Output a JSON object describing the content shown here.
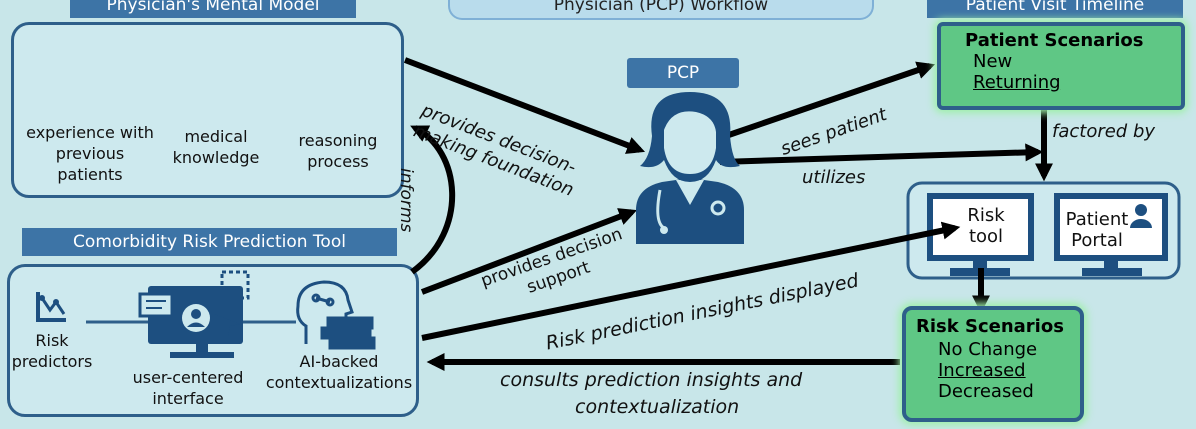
{
  "mental_model": {
    "header": "Physician's Mental Model",
    "items": [
      "experience with previous patients",
      "medical knowledge",
      "reasoning process"
    ]
  },
  "workflow": {
    "header": "Physician (PCP) Workflow",
    "pcp": "PCP"
  },
  "timeline": {
    "header": "Patient Visit Timeline"
  },
  "risk_tool": {
    "header": "Comorbidity Risk Prediction Tool",
    "items": [
      "Risk predictors",
      "user-centered interface",
      "AI-backed contextualizations"
    ]
  },
  "patient_scenarios": {
    "title": "Patient Scenarios",
    "items": [
      "New",
      "Returning"
    ]
  },
  "risk_scenarios": {
    "title": "Risk Scenarios",
    "items": [
      "No Change",
      "Increased",
      "Decreased"
    ]
  },
  "screens": {
    "risk_tool": "Risk tool",
    "patient_portal": "Patient Portal"
  },
  "arrows": {
    "foundation": "provides decision-making foundation",
    "informs": "informs",
    "support": "provides decision support",
    "sees": "sees patient",
    "utilizes": "utilizes",
    "factored": "factored by",
    "displayed": "Risk prediction insights displayed",
    "consults_1": "consults prediction insights and",
    "consults_2": "contextualization"
  },
  "colors": {
    "background": "#c8e6e9",
    "panel_border": "#2e5f8a",
    "header": "#3d74a6",
    "icon": "#1d4f80",
    "scenario": "#5fc785"
  }
}
